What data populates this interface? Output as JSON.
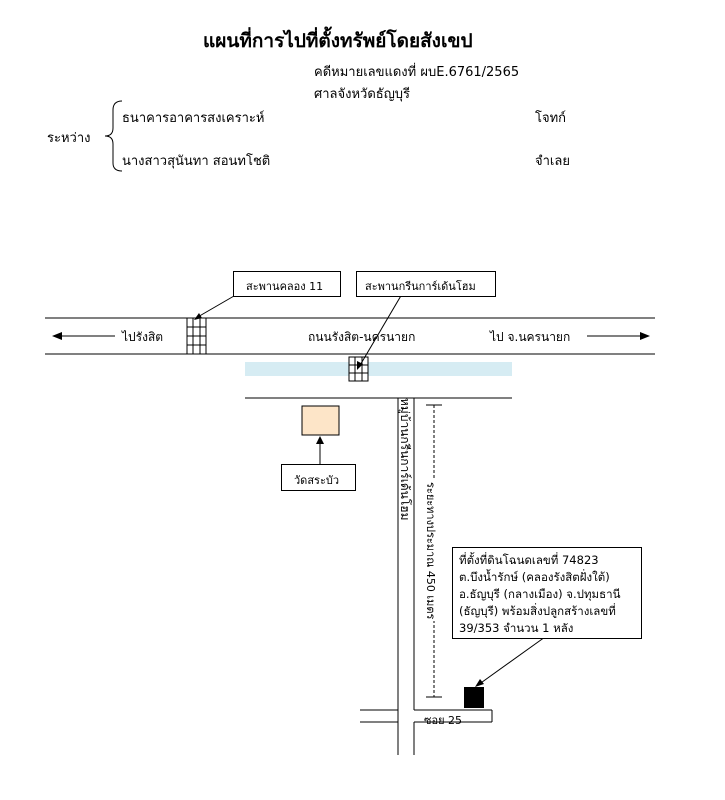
{
  "header": {
    "title": "แผนที่การไปที่ตั้งทรัพย์โดยสังเขป",
    "case_no": "คดีหมายเลขแดงที่  ผบE.6761/2565",
    "court": "ศาลจังหวัดธัญบุรี",
    "between_label": "ระหว่าง",
    "plaintiff": "ธนาคารอาคารสงเคราะห์",
    "plaintiff_role": "โจทก์",
    "defendant": "นางสาวสุนันทา สอนทโชติ",
    "defendant_role": "จำเลย"
  },
  "map": {
    "bridge_khlong11": "สะพานคลอง 11",
    "bridge_green": "สะพานกรีนการ์เด้นโฮม",
    "to_rangsit": "ไปรังสิต",
    "main_road": "ถนนรังสิต-นครนายก",
    "to_nakhonnayok": "ไป จ.นครนายก",
    "temple": "วัดสระบัว",
    "village_road": "หมู่บ้านกรีนการ์เด้นโฮม",
    "distance": "ระยะทางประมาณ 450 เมตร",
    "soi": "ซอย 25",
    "property_lines": [
      "ที่ตั้งที่ดินโฉนดเลขที่ 74823",
      "ต.บึงน้ำรักษ์ (คลองรังสิตฝั่งใต้)",
      "อ.ธัญบุรี (กลางเมือง) จ.ปทุมธานี",
      "(ธัญบุรี) พร้อมสิ่งปลูกสร้างเลขที่",
      "39/353 จำนวน 1 หลัง"
    ],
    "colors": {
      "canal": "#d6ecf3",
      "temple_fill": "#fde5c8",
      "house": "#000000"
    }
  }
}
